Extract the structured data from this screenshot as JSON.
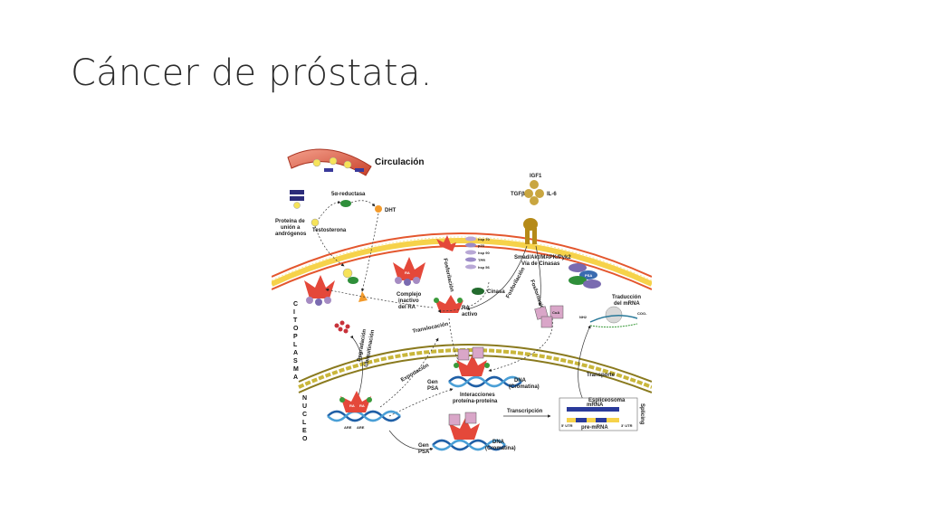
{
  "slide": {
    "title": "Cáncer de próstata."
  },
  "diagram": {
    "circulacion": "Circulación",
    "reductasa": "5α-reductasa",
    "dht": "DHT",
    "proteina1": "Proteína de",
    "proteina2": "unión a",
    "proteina3": "andrógenos",
    "testosterona": "Testosterona",
    "igf1": "IGF1",
    "tgfb": "TGFβ",
    "il6": "IL-6",
    "smad1": "Smad/Akt/MAPK/Pyk2",
    "smad2": "Vía de Cinasas",
    "fosforilacion": "Fosforilación",
    "complejo1": "Complejo",
    "complejo2": "inactivo",
    "complejo3": "del RA",
    "hsp70": "hsp 70",
    "p23": "p23",
    "hsp90": "hsp 90",
    "tpr": "TPR",
    "hsp56": "hsp 56",
    "cinasa": "Cinasa",
    "ra_activo1": "RA",
    "ra_activo2": "activo",
    "traduccion1": "Traducción",
    "traduccion2": "del mRNA",
    "psa": "PSA",
    "nh2": "NH2",
    "coo": "COO-",
    "citoplasma": [
      "C",
      "I",
      "T",
      "O",
      "P",
      "L",
      "A",
      "S",
      "M",
      "A"
    ],
    "nucleo": [
      "N",
      "U",
      "C",
      "L",
      "E",
      "O"
    ],
    "translocacion": "Translocación",
    "degradacion": "Degradación",
    "ubiquitinacion": "Ubiquitinación",
    "exportacion": "Exportación",
    "gen_psa1": "Gen",
    "gen_psa2": "PSA",
    "dna1": "DNA",
    "dna2": "(Cromatina)",
    "interacciones1": "Interacciones",
    "interacciones2": "proteína-proteína",
    "transporte": "Transporte",
    "espliceosoma": "Espliceosoma",
    "mrna": "mRNA",
    "premrna": "pre-mRNA",
    "transcripcion": "Transcripción",
    "splicing": "Splicing",
    "utr5": "5' UTR",
    "utr3": "3' UTR",
    "ra": "RA",
    "coa": "CoA",
    "p": "P",
    "are": "ARE",
    "hsp": "hsp"
  }
}
